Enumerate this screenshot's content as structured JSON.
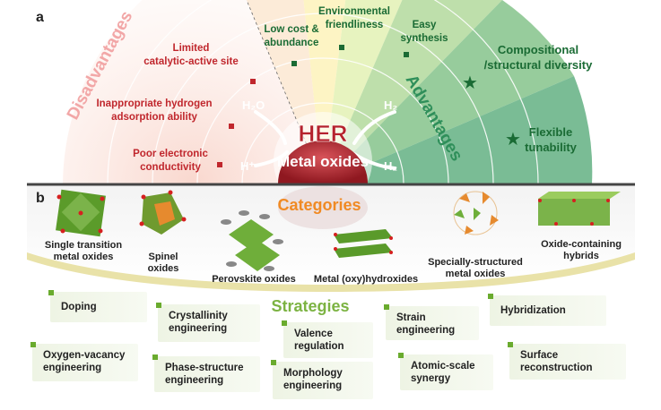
{
  "panel_a": {
    "letter": "a",
    "center_title": "HER",
    "center_subtitle": "Metal oxides",
    "species": {
      "h2o": "H₂O",
      "h_plus": "H⁺",
      "h2_top": "H₂",
      "h2_bottom": "H₂"
    },
    "disadvantages_title": "Disadvantages",
    "advantages_title": "Advantages",
    "disadvantages": [
      "Limited catalytic-active site",
      "Inappropriate hydrogen adsorption ability",
      "Poor electronic conductivity"
    ],
    "advantages": [
      "Low cost & abundance",
      "Environmental friendliness",
      "Easy synthesis",
      "Compositional /structural diversity",
      "Flexible tunability"
    ],
    "colors": {
      "disadvantage": "#c0272d",
      "advantage": "#1a6b34",
      "center": "#b5222c"
    }
  },
  "panel_b": {
    "letter": "b",
    "categories_title": "Categories",
    "categories": [
      "Single transition metal oxides",
      "Spinel oxides",
      "Perovskite oxides",
      "Metal (oxy)hydroxides",
      "Specially-structured metal oxides",
      "Oxide-containing hybrids"
    ],
    "strategies_title": "Strategies",
    "strategies": [
      "Doping",
      "Crystallinity engineering",
      "Valence regulation",
      "Strain engineering",
      "Hybridization",
      "Oxygen-vacancy engineering",
      "Phase-structure engineering",
      "Morphology engineering",
      "Atomic-scale synergy",
      "Surface reconstruction"
    ],
    "colors": {
      "categories": "#f08a24",
      "strategies": "#7cb342"
    }
  }
}
